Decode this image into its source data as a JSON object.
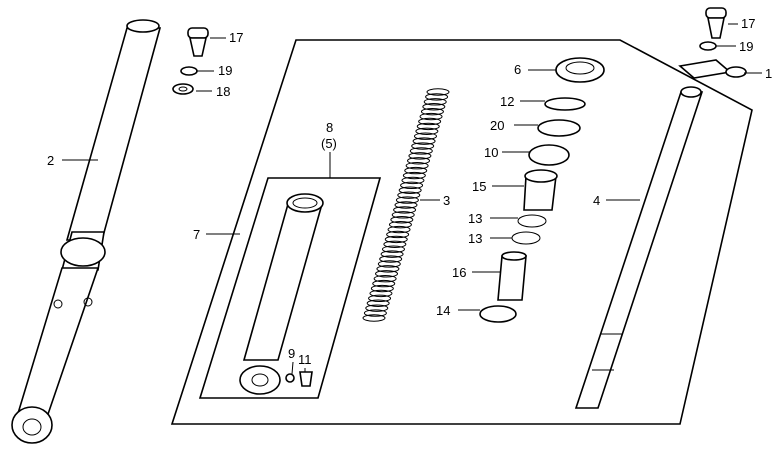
{
  "diagram": {
    "callouts": [
      {
        "id": "c1",
        "text": "1"
      },
      {
        "id": "c2",
        "text": "2"
      },
      {
        "id": "c3",
        "text": "3"
      },
      {
        "id": "c4",
        "text": "4"
      },
      {
        "id": "c6",
        "text": "6"
      },
      {
        "id": "c7",
        "text": "7"
      },
      {
        "id": "c8",
        "text": "8"
      },
      {
        "id": "c8b",
        "text": "(5)"
      },
      {
        "id": "c9",
        "text": "9"
      },
      {
        "id": "c10",
        "text": "10"
      },
      {
        "id": "c11",
        "text": "11"
      },
      {
        "id": "c12",
        "text": "12"
      },
      {
        "id": "c13a",
        "text": "13"
      },
      {
        "id": "c13b",
        "text": "13"
      },
      {
        "id": "c14",
        "text": "14"
      },
      {
        "id": "c15",
        "text": "15"
      },
      {
        "id": "c16",
        "text": "16"
      },
      {
        "id": "c17a",
        "text": "17"
      },
      {
        "id": "c17b",
        "text": "17"
      },
      {
        "id": "c18",
        "text": "18"
      },
      {
        "id": "c19a",
        "text": "19"
      },
      {
        "id": "c19b",
        "text": "19"
      },
      {
        "id": "c20",
        "text": "20"
      }
    ]
  }
}
